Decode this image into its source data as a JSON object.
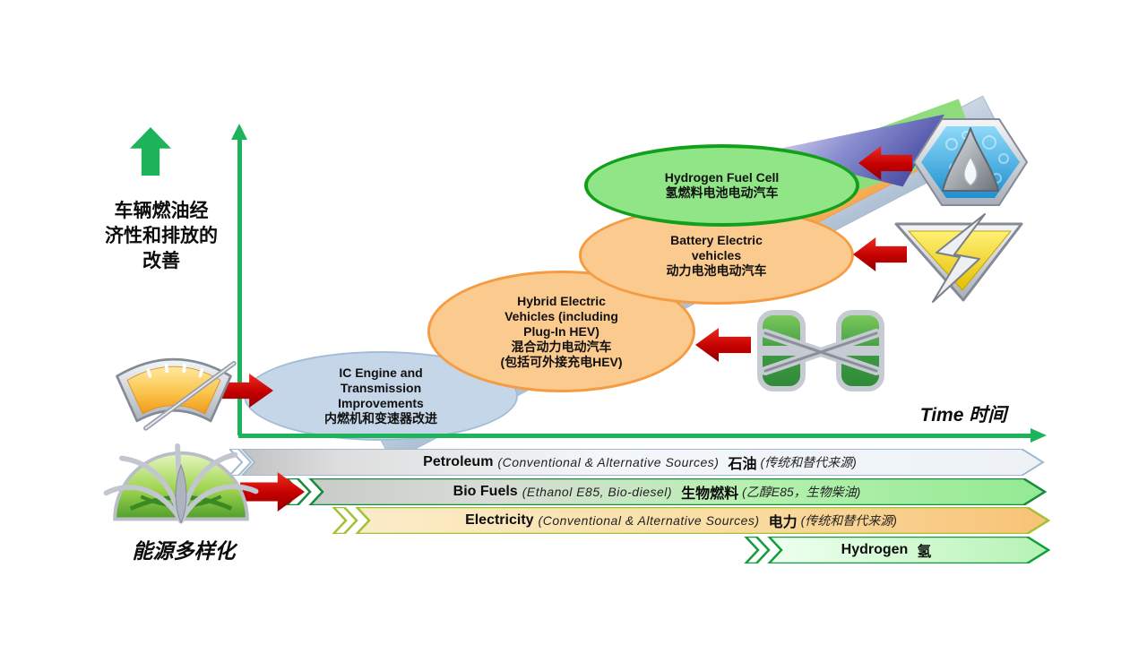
{
  "y_axis": {
    "label_lines": [
      "车辆燃油经",
      "济性和排放的",
      "改善"
    ]
  },
  "x_axis": {
    "label": "Time 时间"
  },
  "energy_diversification_label": "能源多样化",
  "stages": [
    {
      "id": "ic-engine",
      "lines": [
        "IC Engine and",
        "Transmission",
        "Improvements",
        "内燃机和变速器改进"
      ]
    },
    {
      "id": "hybrid-electric",
      "lines": [
        "Hybrid Electric",
        "Vehicles (including",
        "Plug-In HEV)",
        "混合动力电动汽车",
        "(包括可外接充电HEV)"
      ]
    },
    {
      "id": "battery-electric",
      "lines": [
        "Battery Electric",
        "vehicles",
        "动力电池电动汽车"
      ]
    },
    {
      "id": "hydrogen-fuel-cell",
      "lines": [
        "Hydrogen Fuel Cell",
        "氢燃料电池电动汽车"
      ]
    }
  ],
  "fuel_banners": [
    {
      "id": "petroleum",
      "en_bold": "Petroleum",
      "en_italic": "(Conventional & Alternative Sources)",
      "zh_bold": "石油",
      "zh_italic": "(传统和替代来源)"
    },
    {
      "id": "biofuels",
      "en_bold": "Bio Fuels",
      "en_italic": "(Ethanol E85, Bio-diesel)",
      "zh_bold": "生物燃料",
      "zh_italic": "(乙醇E85，生物柴油)"
    },
    {
      "id": "electricity",
      "en_bold": "Electricity",
      "en_italic": "(Conventional & Alternative Sources)",
      "zh_bold": "电力",
      "zh_italic": "(传统和替代来源)"
    },
    {
      "id": "hydrogen",
      "en_bold": "Hydrogen",
      "en_italic": "",
      "zh_bold": "氢",
      "zh_italic": ""
    }
  ],
  "icons": [
    "speedometer-gauge-icon",
    "energy-plant-icon",
    "hydrogen-drop-hexagon-icon",
    "electricity-lightning-icon",
    "hybrid-drive-icon"
  ],
  "colors": {
    "axis_green": "#1CB35B",
    "red_arrow": "#C40000",
    "ellipse_blue_fill": "#C5D6E8",
    "ellipse_orange_fill": "#FBCA8E",
    "ellipse_green_fill": "#90E586",
    "banner_petroleum_border": "#9FB9CF",
    "banner_biofuels_border": "#178C3C",
    "banner_electricity_border": "#A2C235",
    "banner_hydrogen_border": "#0FA03C",
    "stair_band_blue": "#AFC0D4",
    "stair_band_orange": "#F6A94F",
    "stair_band_green": "#8EDC7C",
    "stair_triangle_purple": "#2E3192"
  }
}
